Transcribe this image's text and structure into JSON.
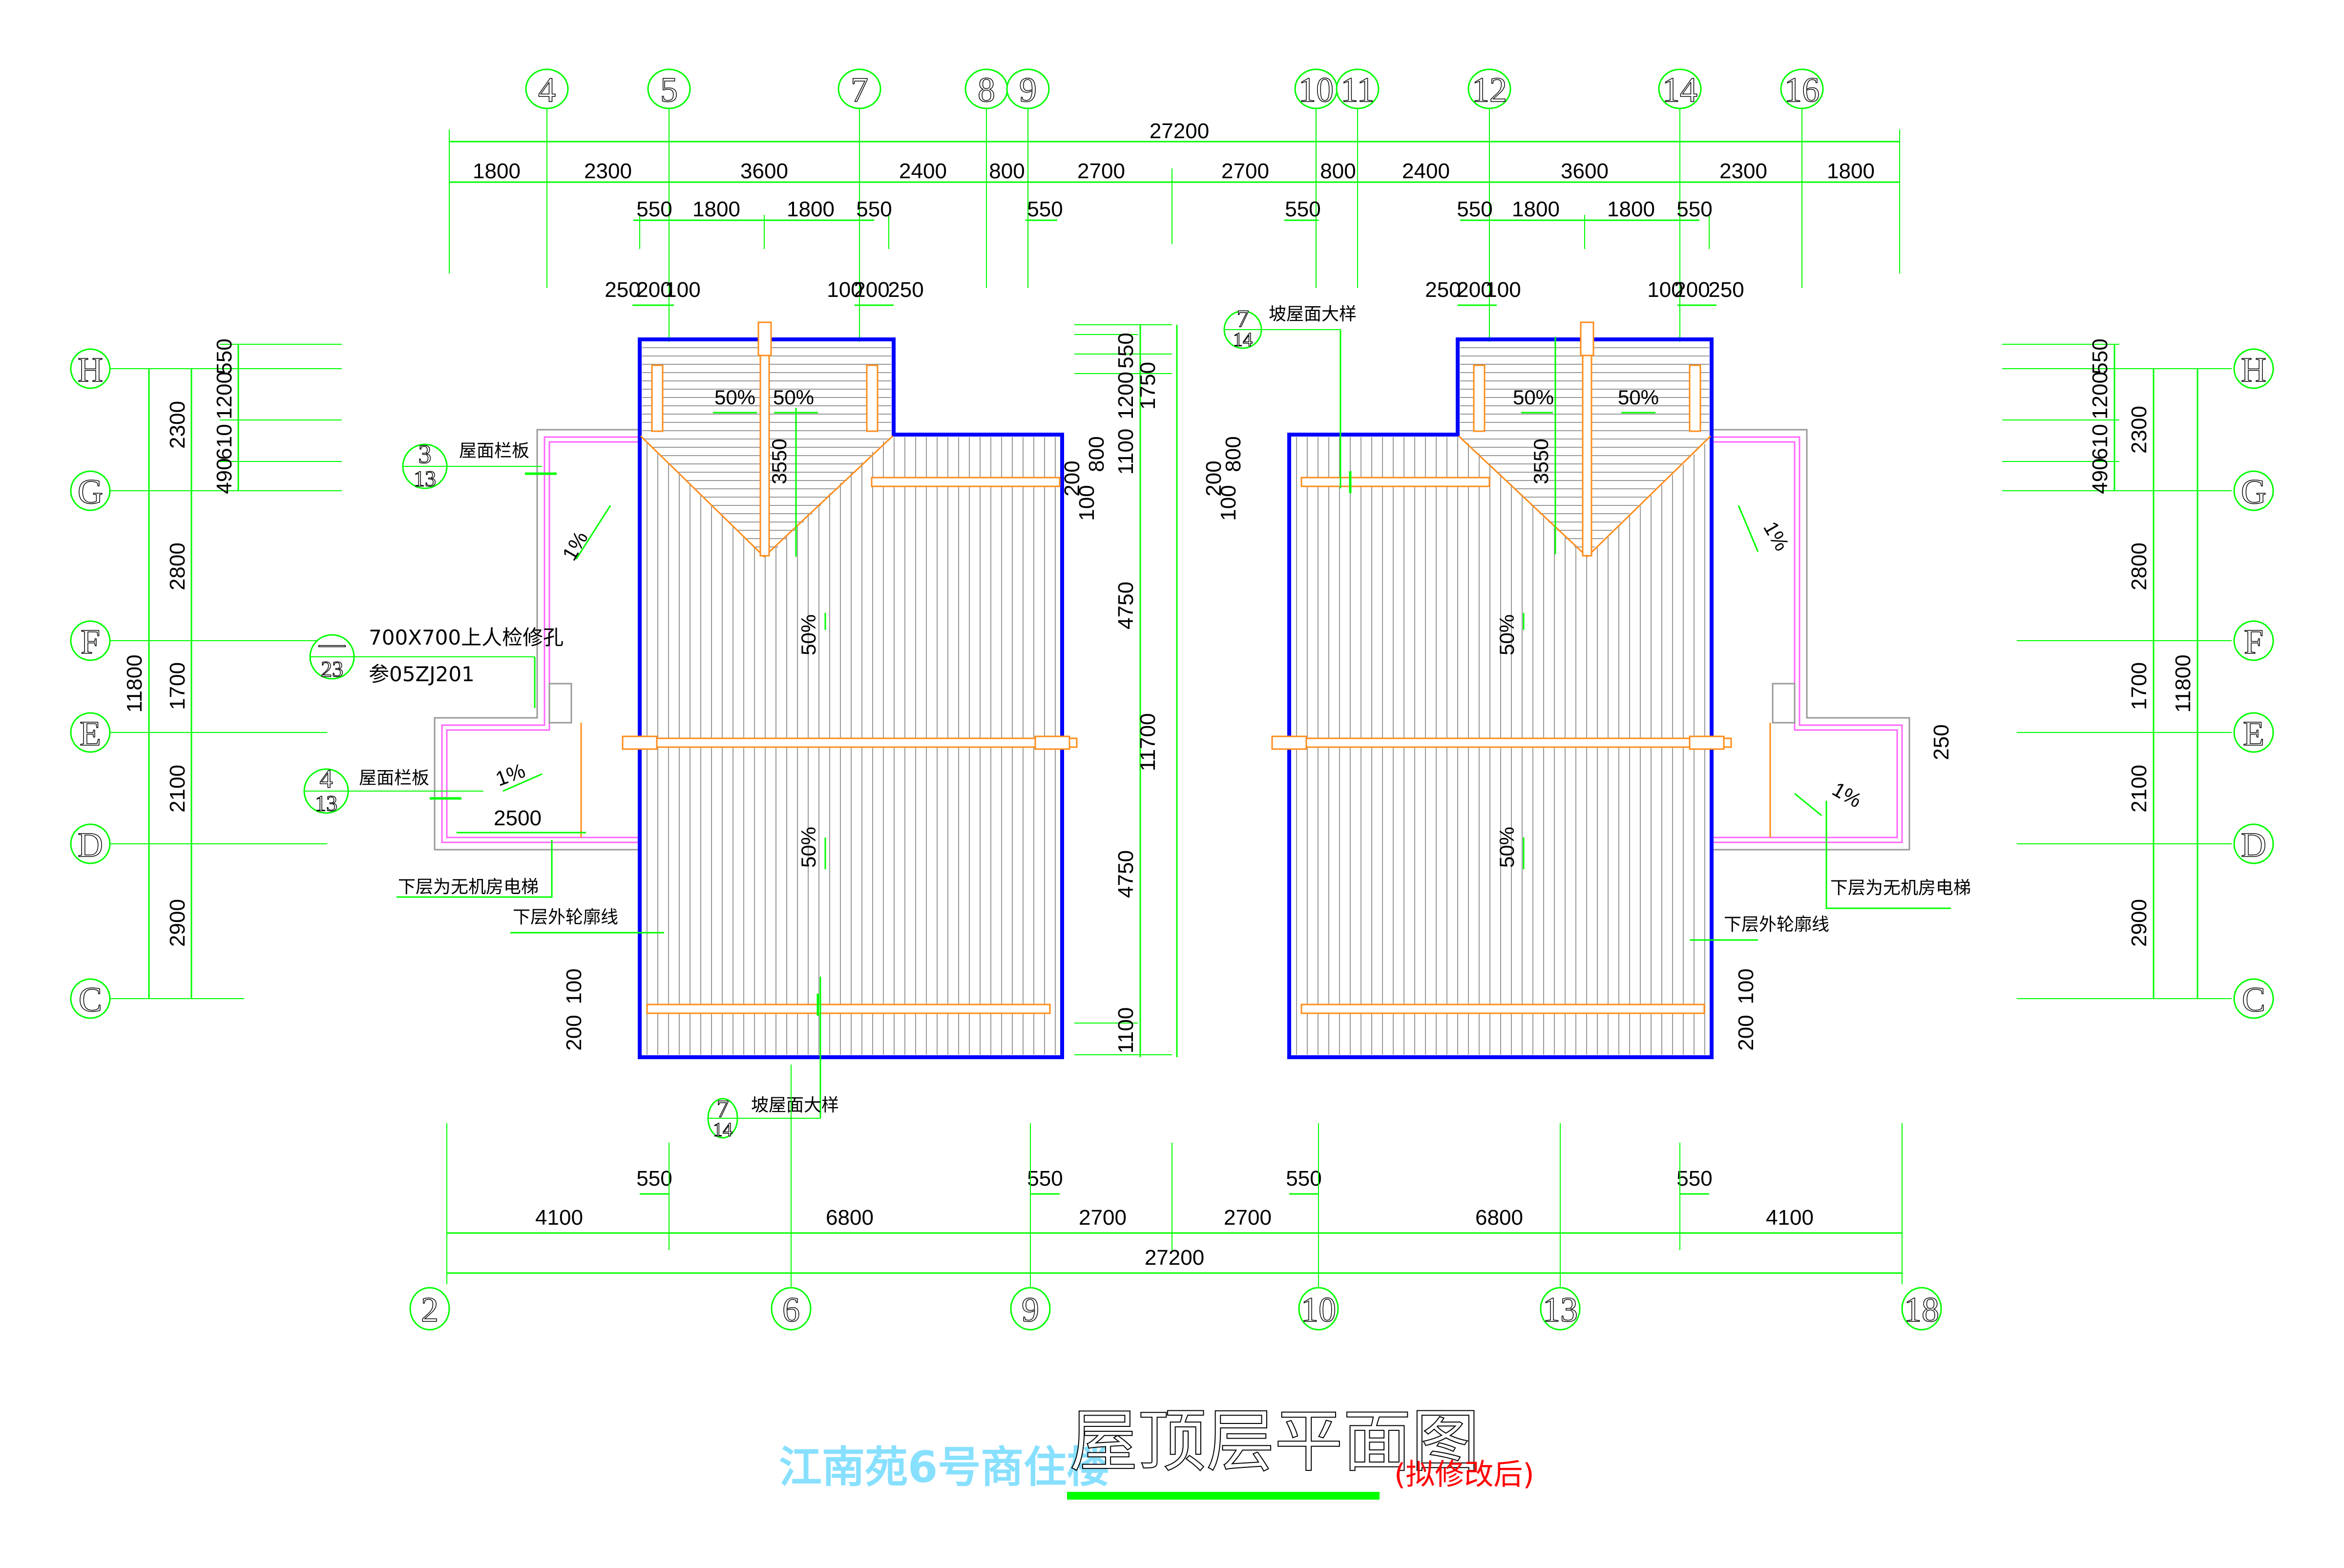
{
  "drawing": {
    "title_project": "江南苑6号商住楼",
    "title_plan": "屋顶层平面图",
    "title_status": "(拟修改后)"
  },
  "axes_top": [
    "4",
    "5",
    "7",
    "8",
    "9",
    "10",
    "11",
    "12",
    "14",
    "16"
  ],
  "axes_bottom": [
    "2",
    "6",
    "9",
    "10",
    "13",
    "18"
  ],
  "axes_rows": [
    "H",
    "G",
    "F",
    "E",
    "D",
    "C"
  ],
  "dims_top": {
    "overall": "27200",
    "row2": [
      "1800",
      "2300",
      "3600",
      "2400",
      "800",
      "2700",
      "2700",
      "800",
      "2400",
      "3600",
      "2300",
      "1800"
    ],
    "row3_left": [
      "550",
      "1800",
      "1800",
      "550"
    ],
    "row3_mid_left": "550",
    "row3_mid_right": "550",
    "row3_right": [
      "550",
      "1800",
      "1800",
      "550"
    ],
    "row4_left_a": [
      "250",
      "200",
      "100"
    ],
    "row4_left_b": [
      "100",
      "200",
      "250"
    ],
    "row4_right_a": [
      "250",
      "200",
      "100"
    ],
    "row4_right_b": [
      "100",
      "200",
      "250"
    ]
  },
  "dims_bottom": {
    "row1": [
      "550",
      "550",
      "550",
      "550"
    ],
    "row2": [
      "4100",
      "6800",
      "2700",
      "2700",
      "6800",
      "4100"
    ],
    "overall": "27200"
  },
  "dims_left": {
    "overall": "11800",
    "axis": [
      "2300",
      "2800",
      "1700",
      "2100",
      "2900"
    ],
    "detail": [
      "550",
      "1200",
      "610",
      "490"
    ],
    "bottom_small": [
      "100",
      "200"
    ]
  },
  "dims_right": {
    "overall": "11800",
    "axis": [
      "2300",
      "2800",
      "1700",
      "2100",
      "2900"
    ],
    "detail": [
      "550",
      "1200",
      "610",
      "490"
    ],
    "bottom_small": [
      "100",
      "200"
    ],
    "side": "250"
  },
  "dims_center": {
    "left_col": [
      "550",
      "1200",
      "1100",
      "4750",
      "4750",
      "1100"
    ],
    "right_col": [
      "1750",
      "11700"
    ],
    "small_left": [
      "800",
      "200",
      "100"
    ],
    "small_right": [
      "800",
      "200",
      "100"
    ]
  },
  "left_building": {
    "slopes_top": [
      "50%",
      "50%"
    ],
    "ridge_height": "3550",
    "slope_mid_upper": "50%",
    "slope_mid_lower": "50%",
    "parapet_slope_upper": "1%",
    "parapet_slope_lower": "1%",
    "elevator_width": "2500"
  },
  "right_building": {
    "slopes_top": [
      "50%",
      "50%"
    ],
    "ridge_height": "3550",
    "slope_mid_upper": "50%",
    "slope_mid_lower": "50%",
    "parapet_slope_upper": "1%",
    "parapet_slope_lower": "1%"
  },
  "callouts": {
    "rail_upper": {
      "num": "3",
      "sheet": "13",
      "label": "屋面栏板"
    },
    "rail_lower": {
      "num": "4",
      "sheet": "13",
      "label": "屋面栏板"
    },
    "hatch": {
      "num": "—",
      "sheet": "23",
      "label": "700X700上人检修孔",
      "ref": "参05ZJ201"
    },
    "slope_detail_left": {
      "num": "7",
      "sheet": "14",
      "label": "坡屋面大样"
    },
    "slope_detail_right": {
      "num": "7",
      "sheet": "14",
      "label": "坡屋面大样"
    },
    "elevator_left": "下层为无机房电梯",
    "elevator_right": "下层为无机房电梯",
    "outline_left": "下层外轮廓线",
    "outline_right": "下层外轮廓线"
  }
}
